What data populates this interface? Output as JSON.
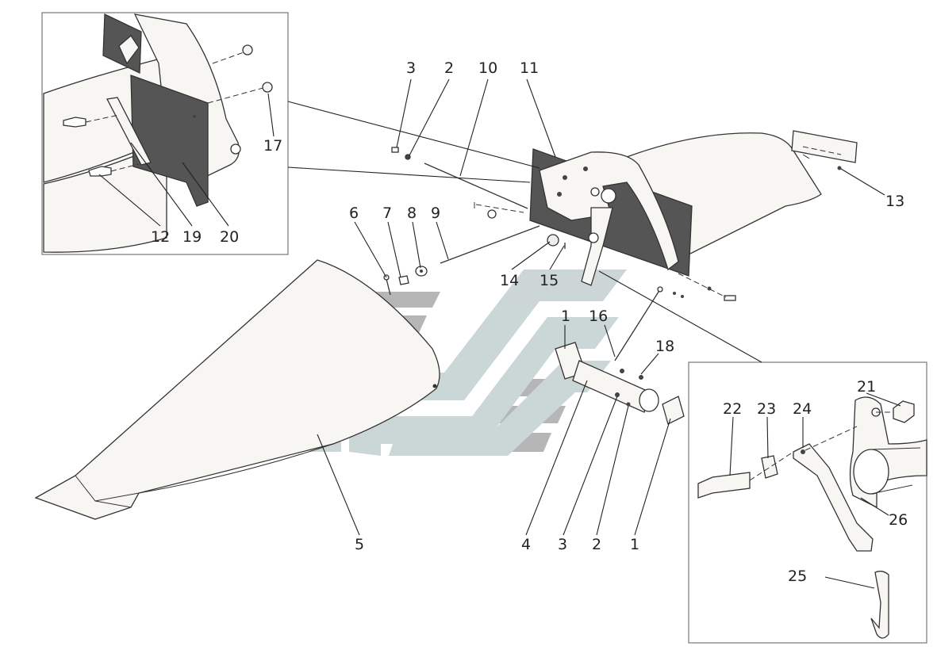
{
  "callouts": {
    "c3_top": "3",
    "c2_top": "2",
    "c10": "10",
    "c11": "11",
    "c13": "13",
    "c6": "6",
    "c7": "7",
    "c8": "8",
    "c9": "9",
    "c14": "14",
    "c15": "15",
    "c1_top": "1",
    "c16": "16",
    "c18": "18",
    "c5": "5",
    "c4": "4",
    "c3_bot": "3",
    "c2_bot": "2",
    "c1_bot": "1",
    "c17": "17",
    "c12": "12",
    "c19": "19",
    "c20": "20",
    "c21": "21",
    "c22": "22",
    "c23": "23",
    "c24": "24",
    "c25": "25",
    "c26": "26"
  },
  "colors": {
    "line": "#333333",
    "part_fill": "#f7f6f2",
    "plate_fill": "#555555",
    "inset_border": "#777777",
    "watermark": "#aeb0ae",
    "watermark_light": "#c9d3d3"
  }
}
